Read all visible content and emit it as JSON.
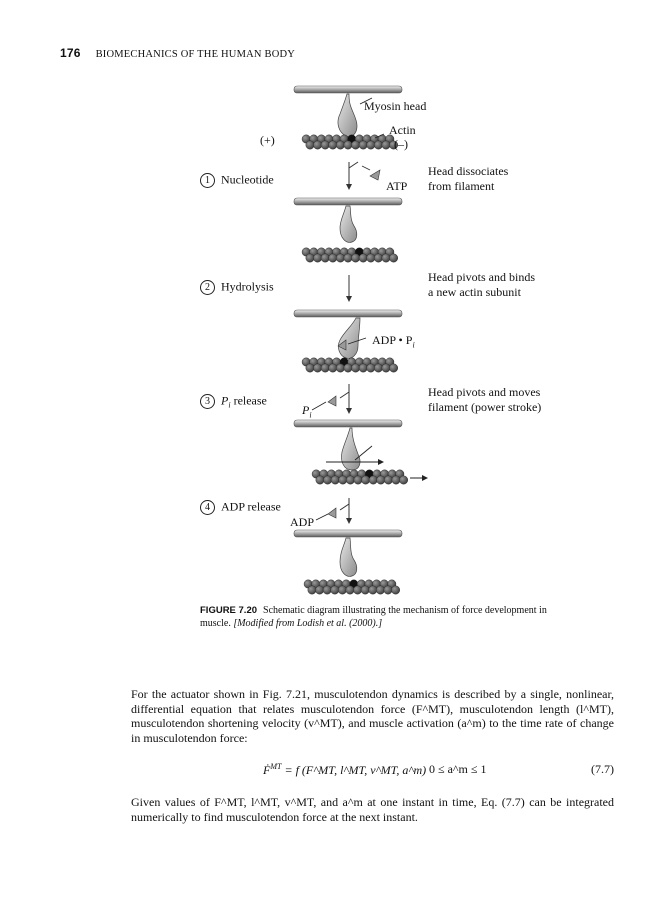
{
  "header": {
    "page_number": "176",
    "running_title": "BIOMECHANICS OF THE HUMAN BODY"
  },
  "figure": {
    "labels": {
      "myosin_head": "Myosin head",
      "actin": "Actin",
      "plus_end": "(+)",
      "minus_end": "(–)",
      "atp": "ATP",
      "adp_pi": "ADP • P",
      "adp_pi_sub": "i",
      "pi": "P",
      "pi_sub": "i",
      "adp": "ADP"
    },
    "steps": [
      {
        "num": "1",
        "name": "Nucleotide",
        "desc": [
          "Head dissociates",
          "from filament"
        ]
      },
      {
        "num": "2",
        "name": "Hydrolysis",
        "desc": [
          "Head pivots and binds",
          "a new actin subunit"
        ]
      },
      {
        "num": "3",
        "name": " release",
        "name_prefix": "P",
        "name_sub": "i",
        "desc": [
          "Head pivots and moves",
          "filament (power stroke)"
        ]
      },
      {
        "num": "4",
        "name": "ADP release",
        "desc": []
      }
    ],
    "caption": {
      "number": "FIGURE 7.20",
      "text": "Schematic diagram illustrating the mechanism of force development in muscle.",
      "source": "[Modified from Lodish et al. (2000).]"
    }
  },
  "body": {
    "para1": "For the actuator shown in Fig. 7.21, musculotendon dynamics is described by a single, nonlinear, differential equation that relates musculotendon force (F^MT), musculotendon length (l^MT), musculotendon shortening velocity (v^MT), and muscle activation (a^m) to the time rate of change in musculotendon force:",
    "equation": {
      "lhs": "Ḟ",
      "lhs_sup": "MT",
      "rhs": "= f (F^MT, l^MT, v^MT, a^m)",
      "condition": "0 ≤ a^m ≤ 1",
      "number": "(7.7)"
    },
    "para2": "Given values of F^MT, l^MT, v^MT, and a^m at one instant in time, Eq. (7.7) can be integrated numerically to find musculotendon force at the next instant."
  }
}
